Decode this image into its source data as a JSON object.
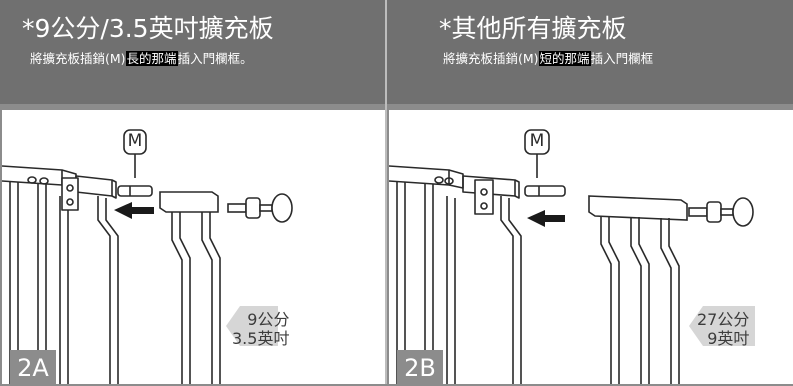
{
  "panel_a": {
    "title": "*9公分/3.5英吋擴充板",
    "subtitle_prefix": "將擴充板插銷(M)",
    "subtitle_highlight": "長的那端",
    "subtitle_suffix": "插入門欄框。",
    "part_letter": "M",
    "size_line1": "9公分",
    "size_line2": "3.5英吋",
    "step": "2A"
  },
  "panel_b": {
    "title": "*其他所有擴充板",
    "subtitle_prefix": "將擴充板插銷(M)",
    "subtitle_highlight": "短的那端",
    "subtitle_suffix": "插入門欄框",
    "part_letter": "M",
    "size_line1": "27公分",
    "size_line2": "9英吋",
    "step": "2B"
  },
  "colors": {
    "header_bg": "#707070",
    "frame_bg": "#8c8c8c",
    "illustration_bg": "#ffffff",
    "badge_bg": "#8c8c8c"
  }
}
